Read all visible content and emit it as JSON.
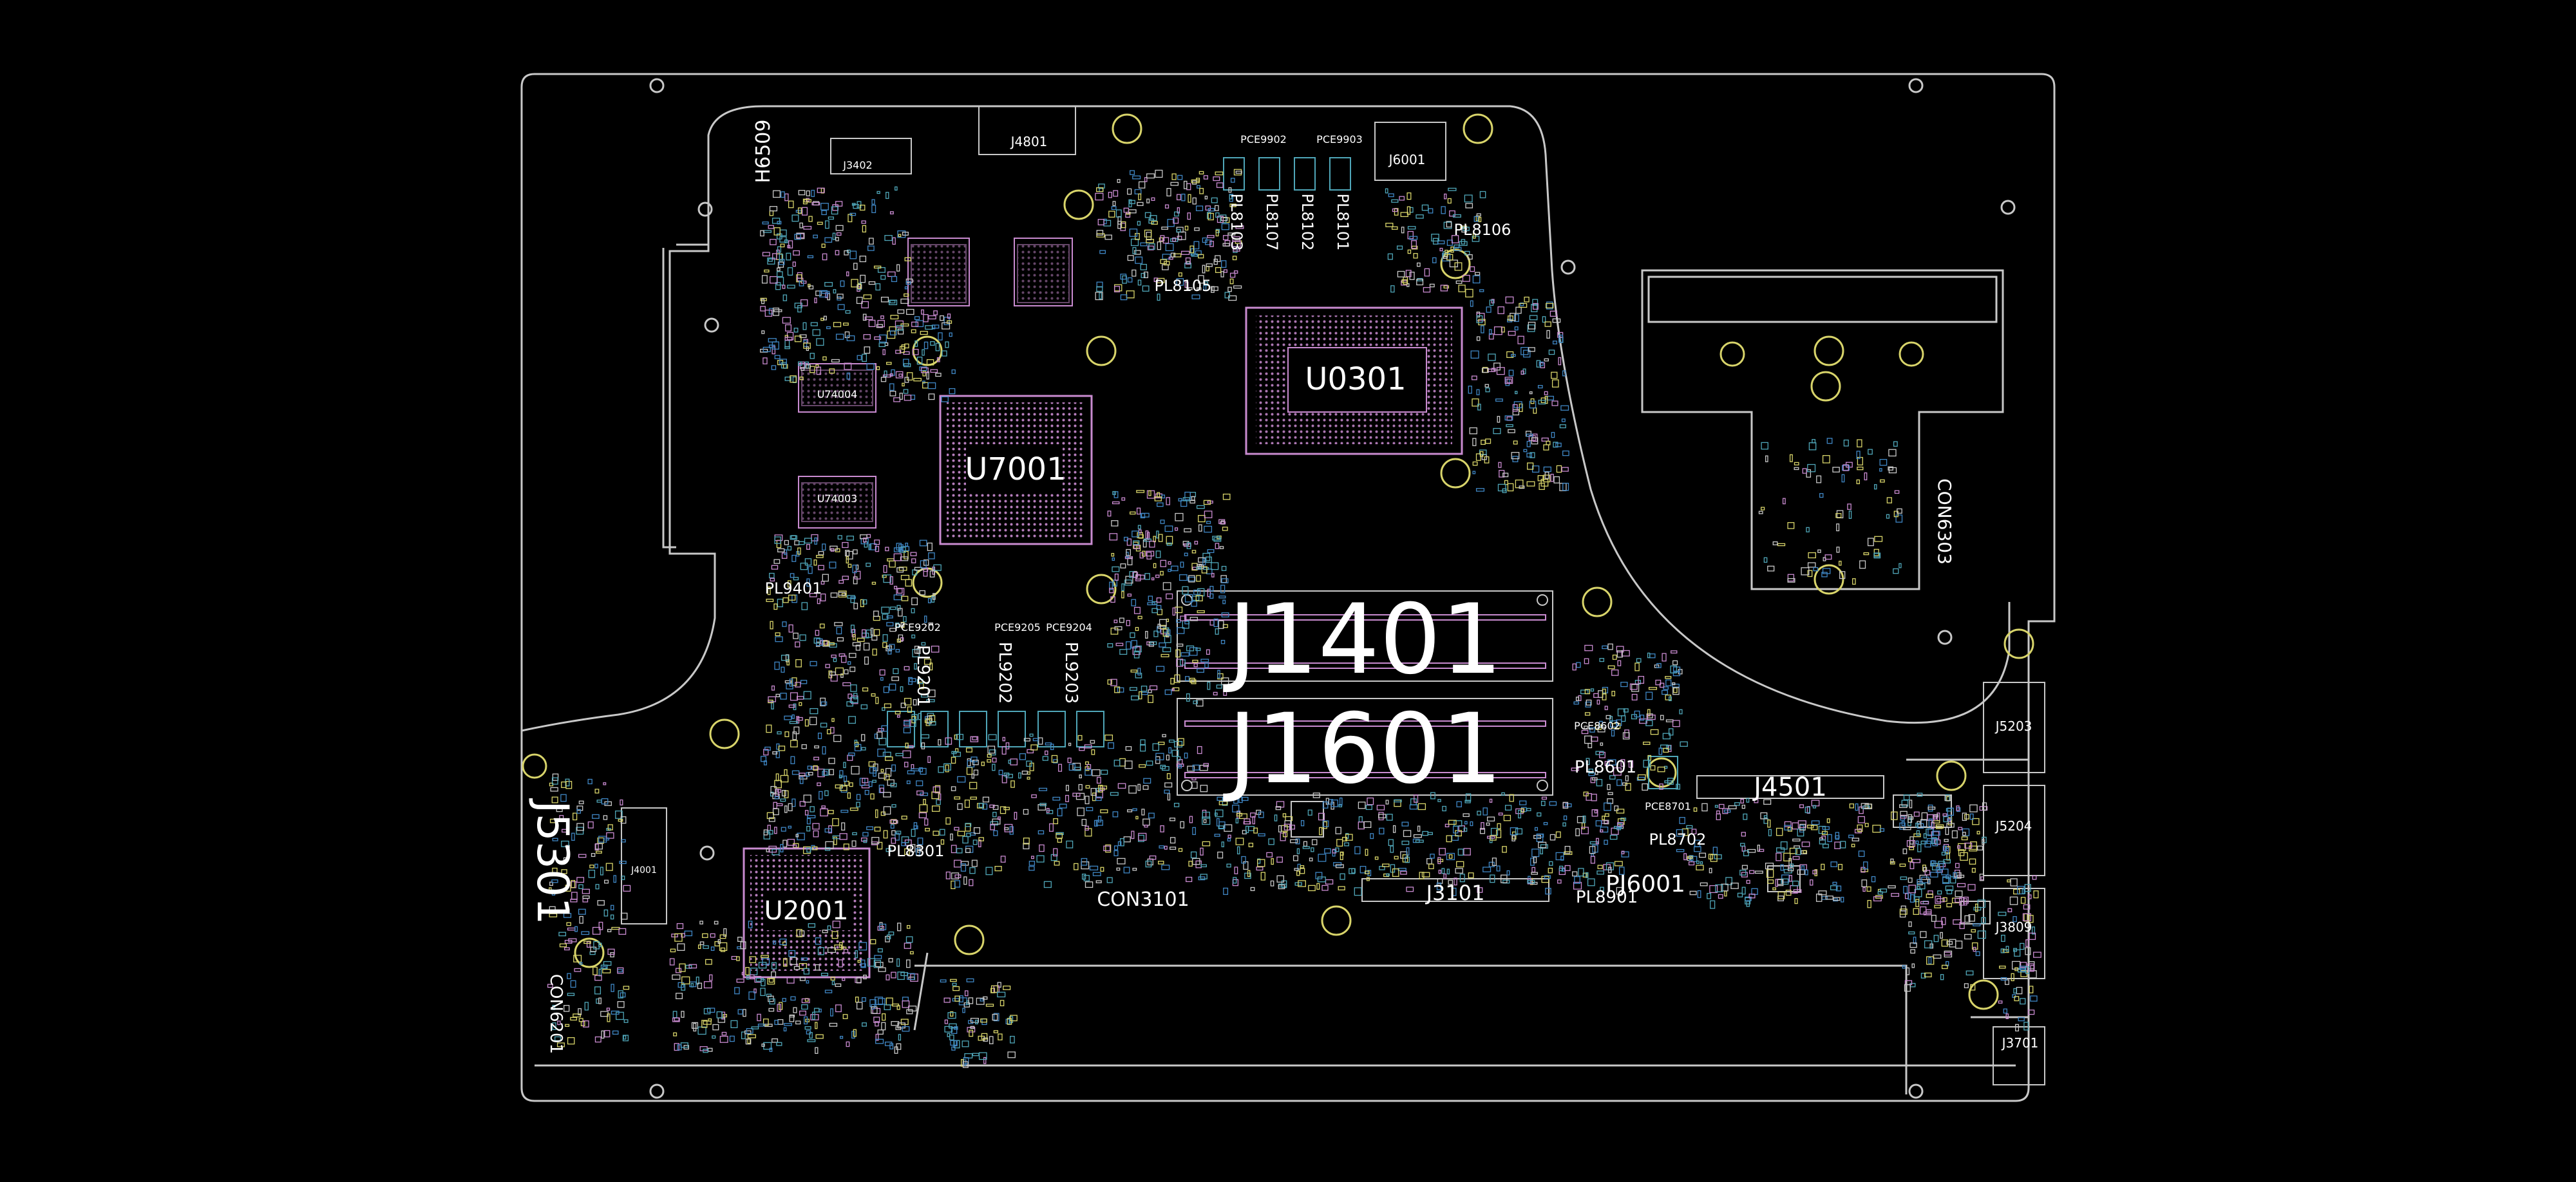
{
  "colors": {
    "background": "#000000",
    "outline": "#c8c8c8",
    "silk": "#ffffff",
    "pad_pink": "#c98bd0",
    "pad_blue": "#3f86c4",
    "pad_cyan": "#4fa6b8",
    "pad_yellow": "#d8d46a"
  },
  "labels": {
    "j1401": "J1401",
    "j1601": "J1601",
    "u0301": "U0301",
    "u7001": "U7001",
    "u2001": "U2001",
    "j5301": "J5301",
    "j4501": "J4501",
    "j3101": "J3101",
    "con3101": "CON3101",
    "con6303": "CON6303",
    "con6201": "CON6201",
    "h6509": "H6509",
    "j4801": "J4801",
    "j6001": "J6001",
    "j3402": "J3402",
    "j5203": "J5203",
    "j5204": "J5204",
    "j3809": "J3809",
    "j3701": "J3701",
    "j4001": "J4001",
    "u74004": "U74004",
    "u74003": "U74003",
    "pl9401": "PL9401",
    "pl9201": "PL9201",
    "pl9202": "PL9202",
    "pl9203": "PL9203",
    "pl8301": "PL8301",
    "pl8601": "PL8601",
    "pl8702": "PL8702",
    "pl8901": "PL8901",
    "pj6001": "PJ6001",
    "pl8105": "PL8105",
    "pl8106": "PL8106",
    "pl8103": "PL8103",
    "pl8107": "PL8107",
    "pl8102": "PL8102",
    "pl8101": "PL8101",
    "pce9902": "PCE9902",
    "pce9903": "PCE9903",
    "pce9202": "PCE9202",
    "pce9205": "PCE9205",
    "pce9204": "PCE9204",
    "pce8602": "PCE8602",
    "pce8701": "PCE8701"
  }
}
